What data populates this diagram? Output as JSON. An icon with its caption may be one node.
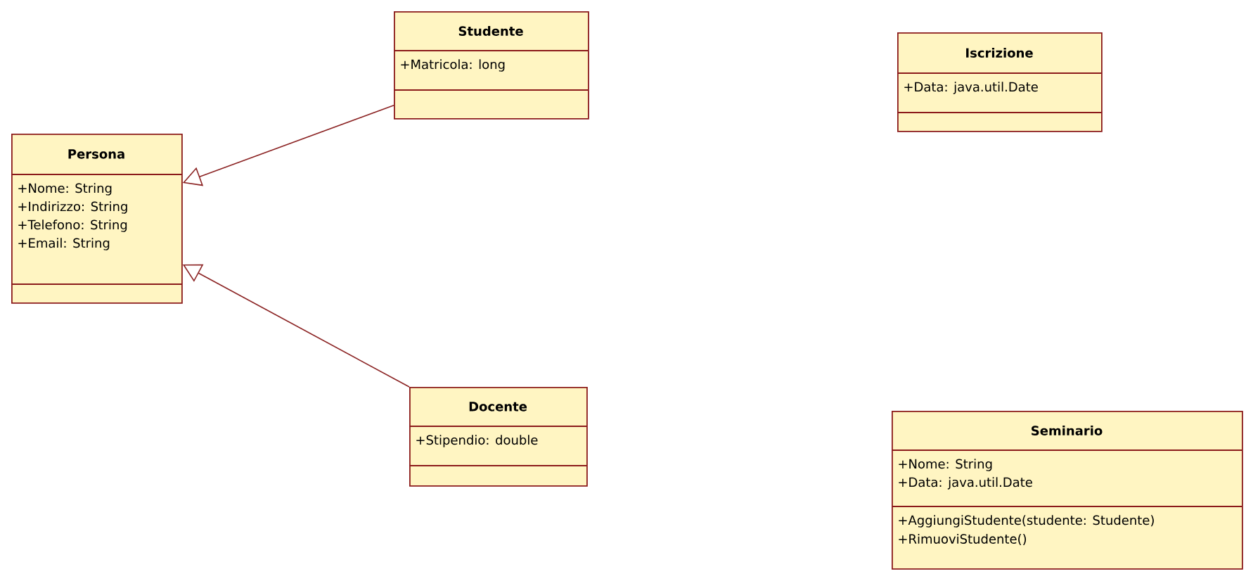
{
  "diagram": {
    "nodes": [
      {
        "text": [
          "Persona",
          "+Nome: String",
          "+Indirizzo: String",
          "+Telefono: String",
          "+Email: String"
        ]
      },
      {
        "text": [
          "Studente",
          "+Matricola: long"
        ]
      },
      {
        "text": [
          "Docente",
          "+Stipendio: double"
        ]
      },
      {
        "text": [
          "Iscrizione",
          "+Data: java.util.Date"
        ]
      },
      {
        "text": [
          "Seminario",
          "+Nome: String",
          "+Data: java.util.Date",
          "+AggiungiStudente(studente: Studente)",
          "+RimuoviStudente()"
        ]
      }
    ],
    "edges": [
      {
        "from": 1,
        "to": 0,
        "arrow": "to"
      },
      {
        "from": 2,
        "to": 0,
        "arrow": "to"
      }
    ]
  }
}
